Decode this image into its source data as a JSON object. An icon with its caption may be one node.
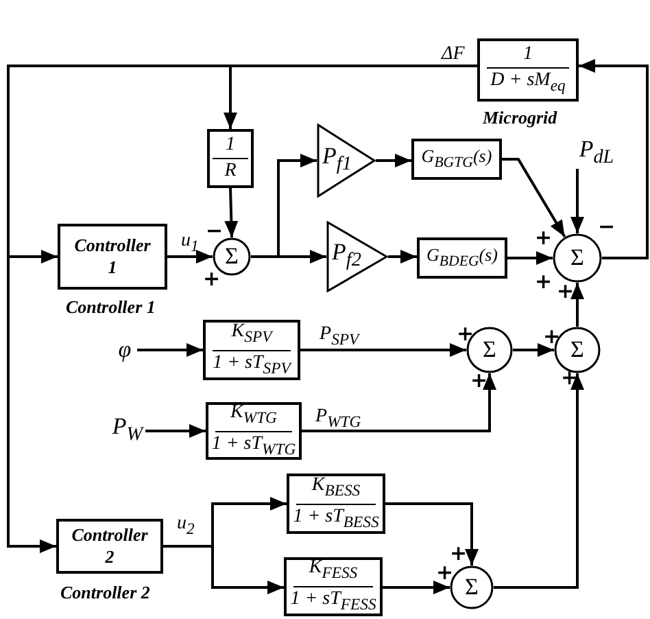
{
  "diagram": {
    "nodes": [
      {
        "text": [
          "1",
          "D + sM$_{eq}$"
        ],
        "beside": [
          "Microgrid"
        ]
      },
      {
        "text": [
          "1",
          "R"
        ]
      },
      {
        "text": [
          "Controller 1"
        ],
        "beside": [
          "Controller 1"
        ]
      },
      {
        "text": [
          "Σ"
        ]
      },
      {
        "text": [
          "P$_{f1}$"
        ]
      },
      {
        "text": [
          "P$_{f2}$"
        ]
      },
      {
        "text": [
          "G$_{BGTG}$(s)"
        ]
      },
      {
        "text": [
          "G$_{BDEG}$(s)"
        ]
      },
      {
        "text": [
          "Σ"
        ]
      },
      {
        "text": [
          "P$_{dL}$"
        ]
      },
      {
        "text": [
          "φ"
        ]
      },
      {
        "text": [
          "K$_{SPV}$",
          "1 + sT$_{SPV}$"
        ]
      },
      {
        "text": [
          "Σ"
        ]
      },
      {
        "text": [
          "Σ"
        ]
      },
      {
        "text": [
          "P$_{W}$"
        ]
      },
      {
        "text": [
          "K$_{WTG}$",
          "1 + sT$_{WTG}$"
        ]
      },
      {
        "text": [
          "Controller 2"
        ],
        "beside": [
          "Controller 2"
        ]
      },
      {
        "text": [
          "K$_{BESS}$",
          "1 + sT$_{BESS}$"
        ]
      },
      {
        "text": [
          "K$_{FESS}$",
          "1 + sT$_{FESS}$"
        ]
      },
      {
        "text": [
          "Σ"
        ]
      }
    ],
    "edges": [
      {
        "from": 0,
        "to": 1,
        "arrow": "to",
        "label": "ΔF"
      },
      {
        "from": 0,
        "to": 2,
        "arrow": "to"
      },
      {
        "from": 0,
        "to": 16,
        "arrow": "to"
      },
      {
        "from": 1,
        "to": 3,
        "arrow": "to"
      },
      {
        "from": 2,
        "to": 3,
        "arrow": "to",
        "label": "u$_{1}$"
      },
      {
        "from": 3,
        "to": 4,
        "arrow": "to"
      },
      {
        "from": 3,
        "to": 5,
        "arrow": "to"
      },
      {
        "from": 4,
        "to": 6,
        "arrow": "to"
      },
      {
        "from": 5,
        "to": 7,
        "arrow": "to"
      },
      {
        "from": 6,
        "to": 8,
        "arrow": "to"
      },
      {
        "from": 7,
        "to": 8,
        "arrow": "to"
      },
      {
        "from": 9,
        "to": 8,
        "arrow": "to"
      },
      {
        "from": 8,
        "to": 0,
        "arrow": "to"
      },
      {
        "from": 10,
        "to": 11,
        "arrow": "to"
      },
      {
        "from": 11,
        "to": 12,
        "arrow": "to",
        "label": "P$_{SPV}$"
      },
      {
        "from": 15,
        "to": 12,
        "arrow": "to",
        "label": "P$_{WTG}$"
      },
      {
        "from": 14,
        "to": 15,
        "arrow": "to"
      },
      {
        "from": 12,
        "to": 13,
        "arrow": "to"
      },
      {
        "from": 13,
        "to": 8,
        "arrow": "to"
      },
      {
        "from": 19,
        "to": 13,
        "arrow": "to"
      },
      {
        "from": 16,
        "to": 17,
        "arrow": "to",
        "label": "u$_{2}$"
      },
      {
        "from": 16,
        "to": 18,
        "arrow": "to"
      },
      {
        "from": 17,
        "to": 19,
        "arrow": "to"
      },
      {
        "from": 18,
        "to": 19,
        "arrow": "to"
      }
    ],
    "labels": [
      "−",
      "+",
      "−",
      "+",
      "+",
      "+",
      "+",
      "+",
      "+",
      "+",
      "+",
      "+"
    ]
  }
}
